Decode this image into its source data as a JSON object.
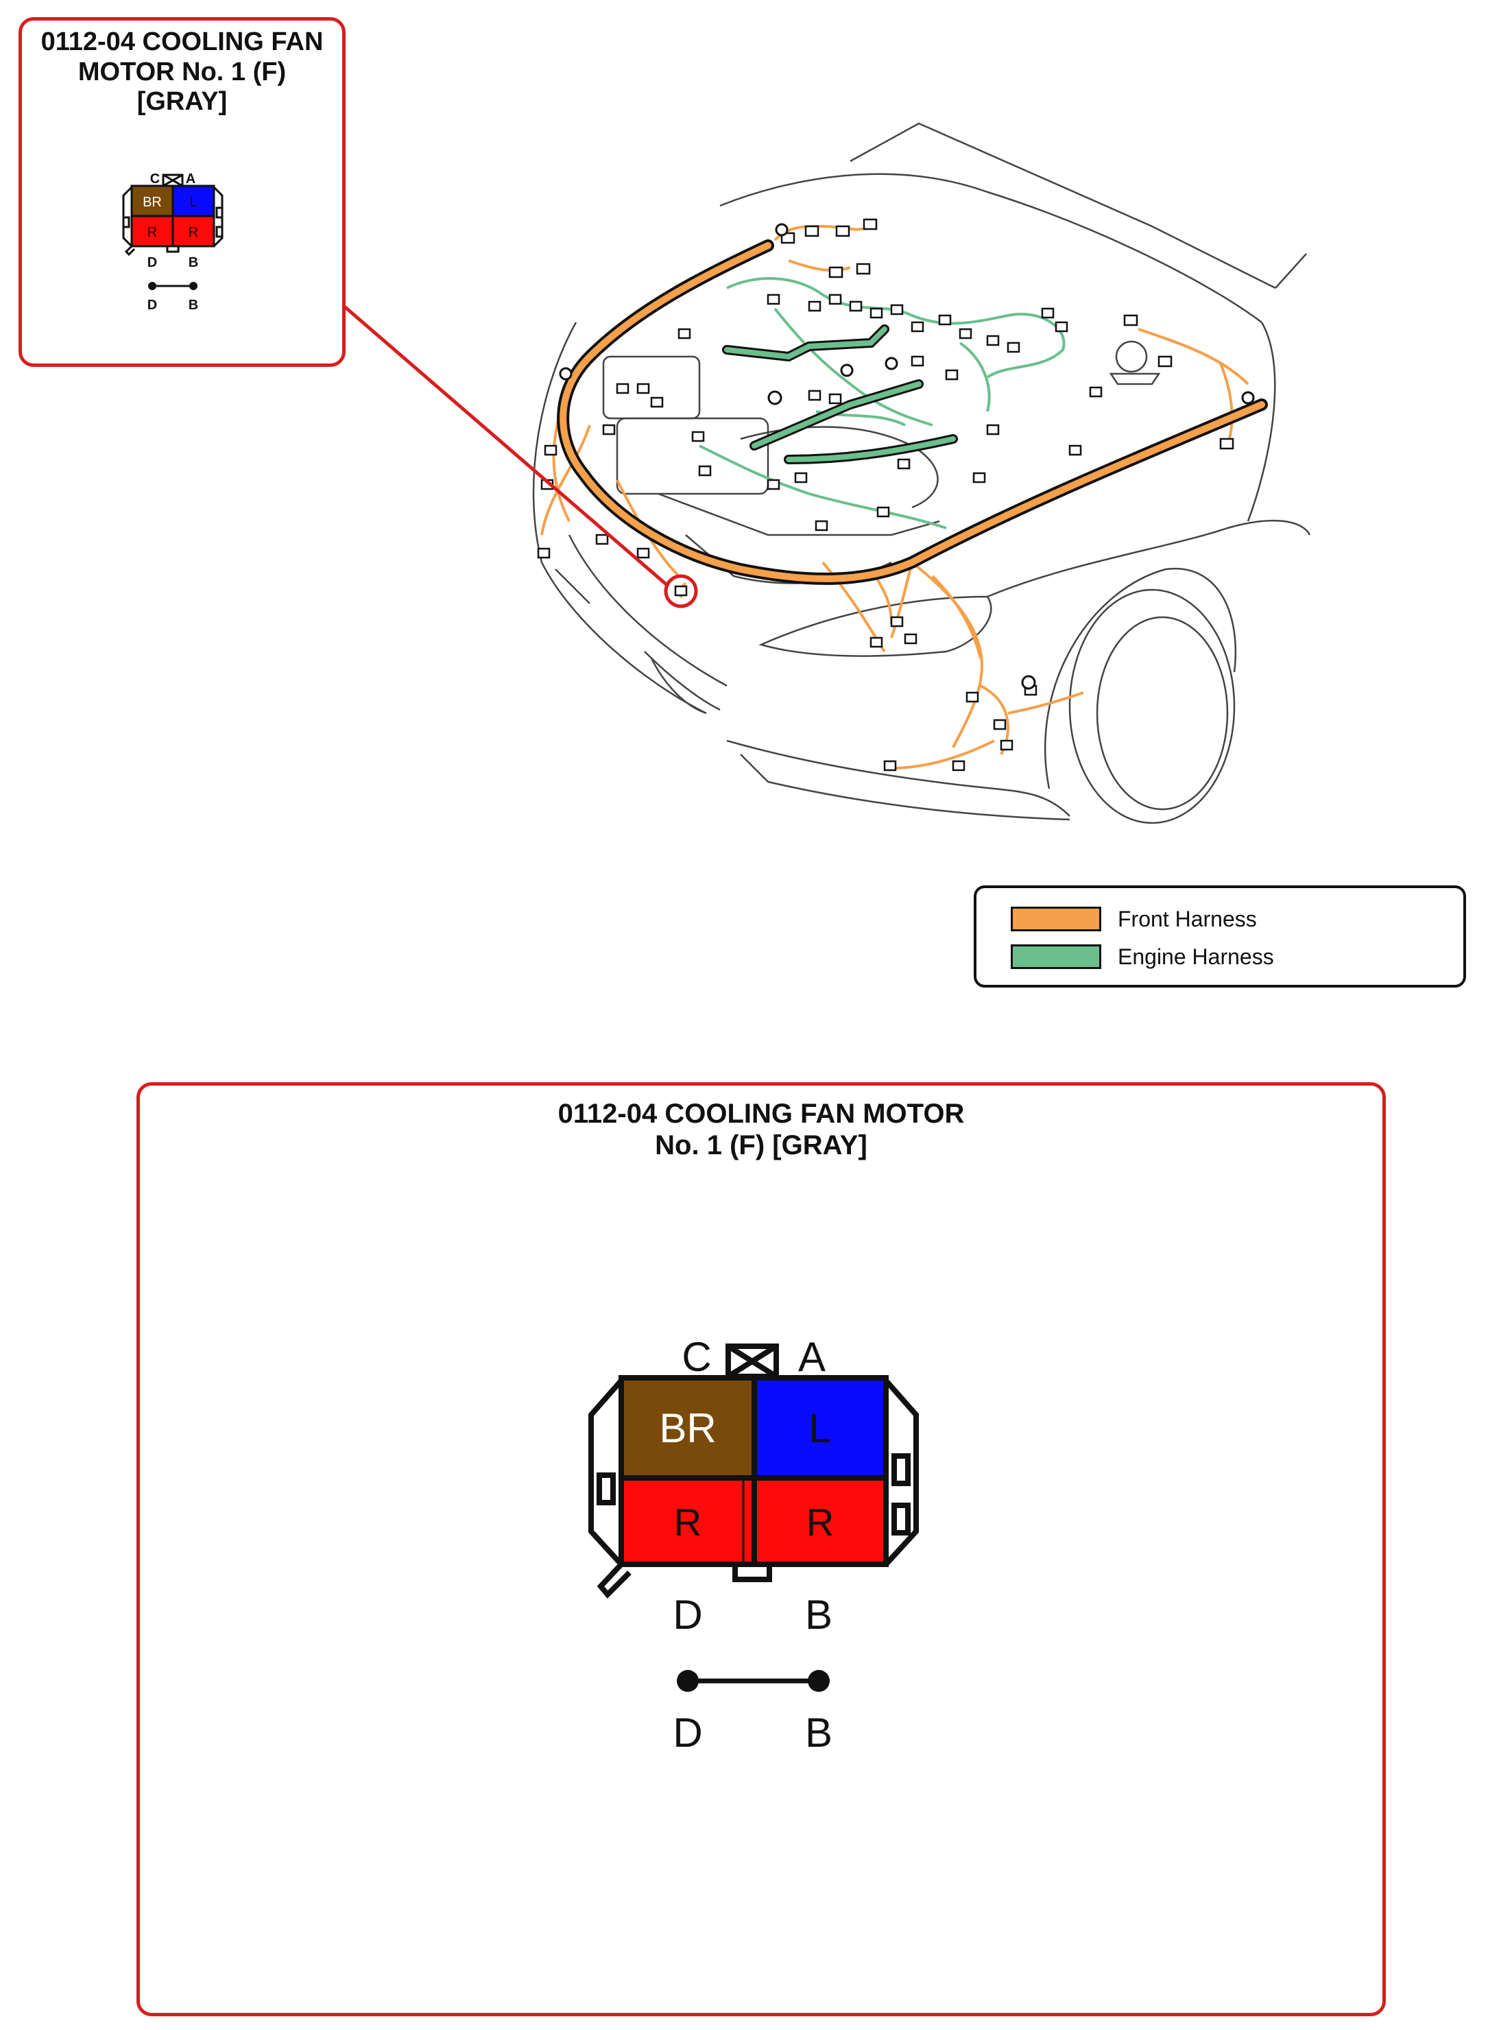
{
  "connector": {
    "inset_title_lines": [
      "0112-04 COOLING FAN",
      "MOTOR No. 1 (F)",
      "[GRAY]"
    ],
    "main_title_lines": [
      "0112-04 COOLING FAN MOTOR",
      "No. 1 (F) [GRAY]"
    ],
    "pins": [
      {
        "pin": "C",
        "wire": "BR",
        "color": "#7a4a0a",
        "text_color": "#ffffff"
      },
      {
        "pin": "A",
        "wire": "L",
        "color": "#0a0aff",
        "text_color": "#111111"
      },
      {
        "pin": "D",
        "wire": "R",
        "color": "#ff0a0a",
        "text_color": "#111111"
      },
      {
        "pin": "B",
        "wire": "R",
        "color": "#ff0a0a",
        "text_color": "#111111"
      }
    ],
    "short_circuit": {
      "from": "D",
      "to": "B"
    },
    "accent_color": "#d81e1e"
  },
  "legend": {
    "items": [
      {
        "label": "Front Harness",
        "color": "#f5a04a"
      },
      {
        "label": "Engine Harness",
        "color": "#6abf8c"
      }
    ]
  }
}
